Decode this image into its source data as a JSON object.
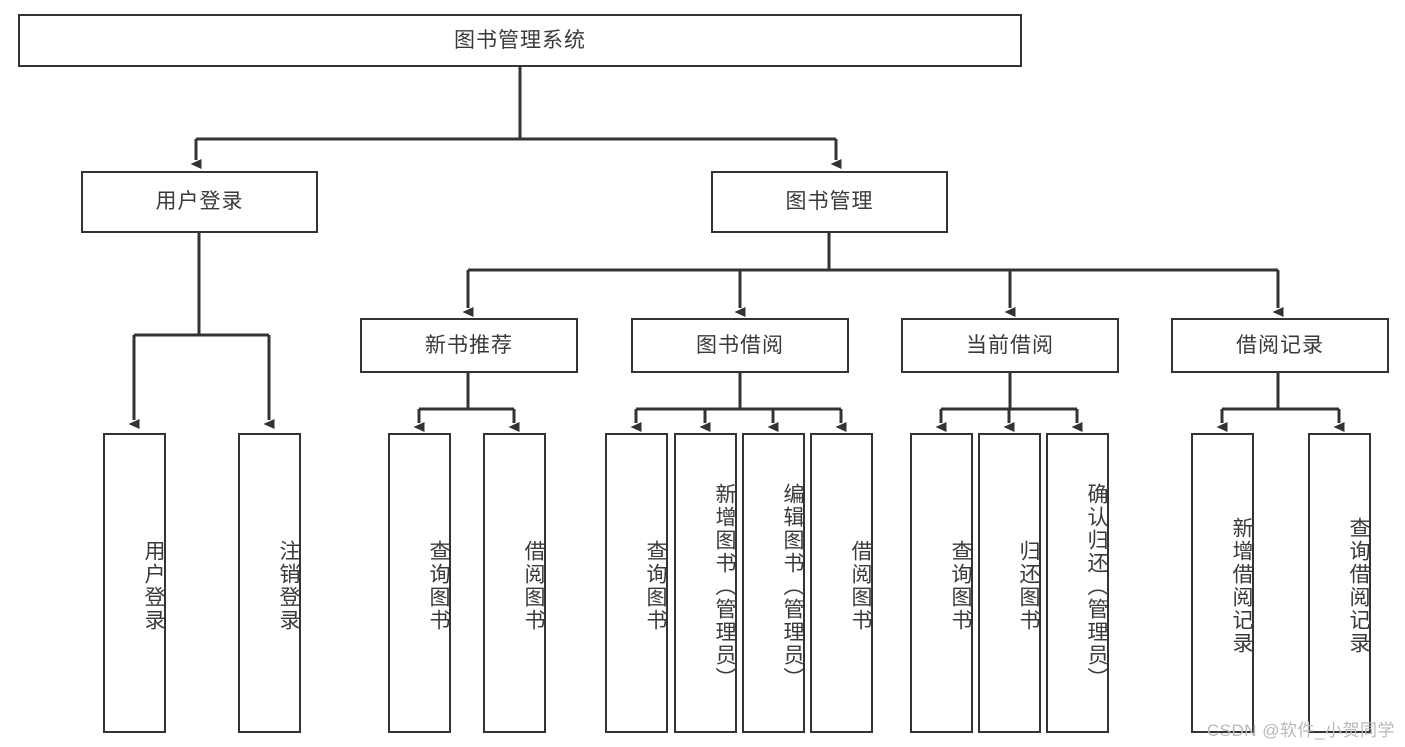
{
  "diagram": {
    "title": "图书管理系统",
    "type": "tree-hierarchy-diagram",
    "watermark": "CSDN @软件_小贺同学",
    "colors": {
      "box_border": "#333333",
      "box_fill": "#ffffff",
      "text": "#3a3a3a",
      "edge": "#333333",
      "watermark": "#b9b9b9",
      "background": "#ffffff"
    },
    "nodes": {
      "root": {
        "label": "图书管理系统",
        "level": 0,
        "orientation": "horizontal"
      },
      "user_login": {
        "label": "用户登录",
        "level": 1,
        "orientation": "horizontal"
      },
      "book_manage": {
        "label": "图书管理",
        "level": 1,
        "orientation": "horizontal"
      },
      "new_book_rec": {
        "label": "新书推荐",
        "level": 2,
        "orientation": "horizontal"
      },
      "book_borrow": {
        "label": "图书借阅",
        "level": 2,
        "orientation": "horizontal"
      },
      "current_borrow": {
        "label": "当前借阅",
        "level": 2,
        "orientation": "horizontal"
      },
      "borrow_record": {
        "label": "借阅记录",
        "level": 2,
        "orientation": "horizontal"
      },
      "leaf_user_login": {
        "label": "用户登录",
        "level": 2,
        "orientation": "vertical"
      },
      "leaf_logout": {
        "label": "注销登录",
        "level": 2,
        "orientation": "vertical"
      },
      "leaf_query_book_1": {
        "label": "查询图书",
        "level": 3,
        "orientation": "vertical"
      },
      "leaf_borrow_book_1": {
        "label": "借阅图书",
        "level": 3,
        "orientation": "vertical"
      },
      "leaf_query_book_2": {
        "label": "查询图书",
        "level": 3,
        "orientation": "vertical"
      },
      "leaf_add_book": {
        "label": "新增图书（管理员）",
        "level": 3,
        "orientation": "vertical"
      },
      "leaf_edit_book": {
        "label": "编辑图书（管理员）",
        "level": 3,
        "orientation": "vertical"
      },
      "leaf_borrow_book_2": {
        "label": "借阅图书",
        "level": 3,
        "orientation": "vertical"
      },
      "leaf_query_book_3": {
        "label": "查询图书",
        "level": 3,
        "orientation": "vertical"
      },
      "leaf_return_book": {
        "label": "归还图书",
        "level": 3,
        "orientation": "vertical"
      },
      "leaf_confirm_return": {
        "label": "确认归还（管理员）",
        "level": 3,
        "orientation": "vertical"
      },
      "leaf_add_record": {
        "label": "新增借阅记录",
        "level": 3,
        "orientation": "vertical"
      },
      "leaf_query_record": {
        "label": "查询借阅记录",
        "level": 3,
        "orientation": "vertical"
      }
    },
    "edges": [
      {
        "from": "root",
        "to": "user_login"
      },
      {
        "from": "root",
        "to": "book_manage"
      },
      {
        "from": "user_login",
        "to": "leaf_user_login"
      },
      {
        "from": "user_login",
        "to": "leaf_logout"
      },
      {
        "from": "book_manage",
        "to": "new_book_rec"
      },
      {
        "from": "book_manage",
        "to": "book_borrow"
      },
      {
        "from": "book_manage",
        "to": "current_borrow"
      },
      {
        "from": "book_manage",
        "to": "borrow_record"
      },
      {
        "from": "new_book_rec",
        "to": "leaf_query_book_1"
      },
      {
        "from": "new_book_rec",
        "to": "leaf_borrow_book_1"
      },
      {
        "from": "book_borrow",
        "to": "leaf_query_book_2"
      },
      {
        "from": "book_borrow",
        "to": "leaf_add_book"
      },
      {
        "from": "book_borrow",
        "to": "leaf_edit_book"
      },
      {
        "from": "book_borrow",
        "to": "leaf_borrow_book_2"
      },
      {
        "from": "current_borrow",
        "to": "leaf_query_book_3"
      },
      {
        "from": "current_borrow",
        "to": "leaf_return_book"
      },
      {
        "from": "current_borrow",
        "to": "leaf_confirm_return"
      },
      {
        "from": "borrow_record",
        "to": "leaf_add_record"
      },
      {
        "from": "borrow_record",
        "to": "leaf_query_record"
      }
    ]
  }
}
